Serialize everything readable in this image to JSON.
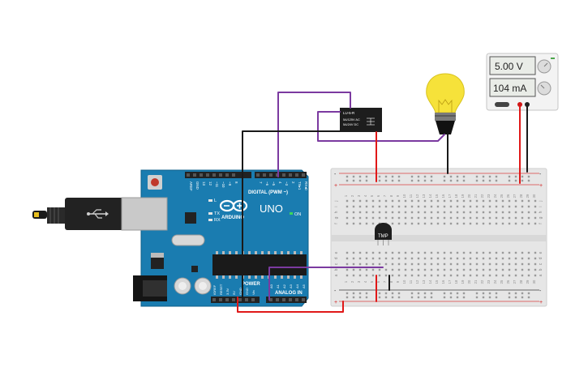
{
  "arduino": {
    "brand": "ARDUINO",
    "model": "UNO",
    "on_label": "ON",
    "digital_label": "DIGITAL (PWM ~)",
    "analog_label": "ANALOG IN",
    "power_label": "POWER",
    "tx_label": "TX",
    "rx_label": "RX",
    "l_label": "L",
    "top_pin_labels": [
      "AREF",
      "GND",
      "13",
      "12",
      "~11",
      "~10",
      "~9",
      "8",
      "7",
      "~6",
      "~5",
      "4",
      "~3",
      "2",
      "TX▸1",
      "RX◂0"
    ],
    "power_pin_labels": [
      "IOREF",
      "RESET",
      "3.3V",
      "5V",
      "GND",
      "GND",
      "Vin"
    ],
    "analog_pin_labels": [
      "A0",
      "A1",
      "A2",
      "A3",
      "A4",
      "A5"
    ]
  },
  "power_supply": {
    "voltage": "5.00 V",
    "current": "104 mA"
  },
  "relay": {
    "model": "LU-5-R",
    "spec_line_1": "5A/125V AC",
    "spec_line_2": "5A/24V DC"
  },
  "temp_sensor": {
    "label": "TMP"
  },
  "breadboard": {
    "column_numbers": [
      "1",
      "2",
      "3",
      "4",
      "5",
      "6",
      "7",
      "8",
      "9",
      "10",
      "11",
      "12",
      "13",
      "14",
      "15",
      "16",
      "17",
      "18",
      "19",
      "20",
      "21",
      "22",
      "23",
      "24",
      "25",
      "26",
      "27",
      "28",
      "29",
      "30"
    ],
    "upper_rows": [
      "j",
      "i",
      "h",
      "g",
      "f"
    ],
    "lower_rows": [
      "e",
      "d",
      "c",
      "b",
      "a"
    ],
    "plus_sign": "+",
    "minus_sign": "-"
  },
  "colors": {
    "board": "#1a7cb0",
    "board_dark": "#0f5f8a",
    "wire_red": "#e01818",
    "wire_black": "#1a1a1a",
    "wire_purple": "#7b3aa0",
    "bulb_yellow": "#f6e23a",
    "breadboard": "#e9e9e9"
  }
}
